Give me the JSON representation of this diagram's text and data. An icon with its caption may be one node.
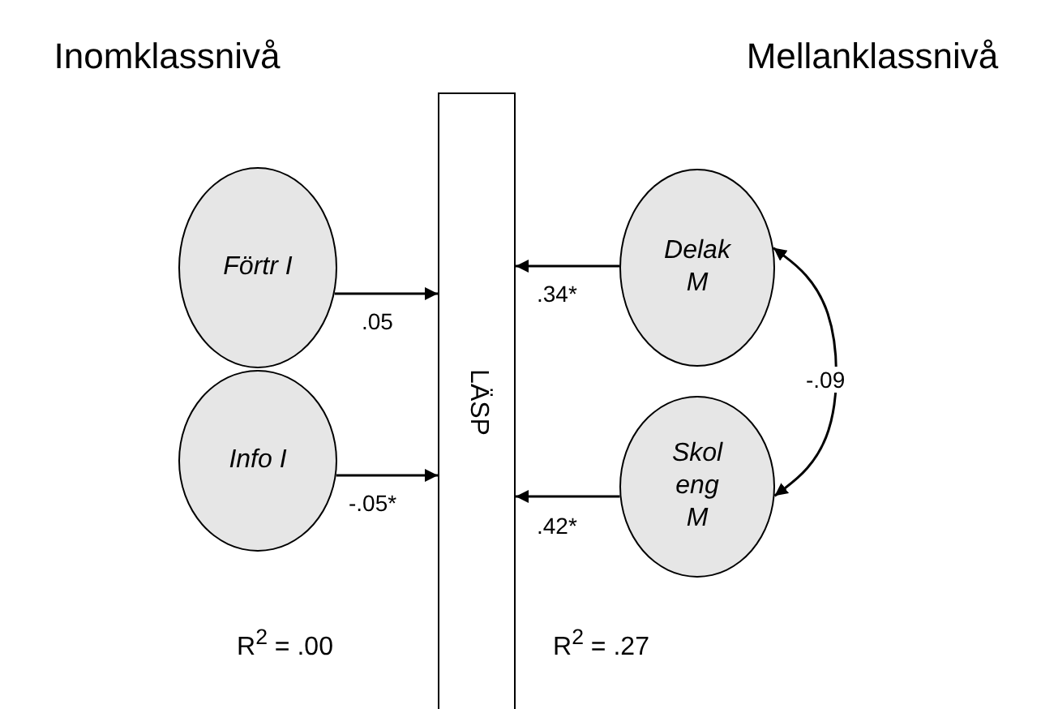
{
  "diagram": {
    "nodes": [
      {
        "text": [
          "Inomklassnivå"
        ]
      },
      {
        "text": [
          "Mellanklassnivå"
        ]
      },
      {
        "text": [
          "Förtr I"
        ]
      },
      {
        "text": [
          "Info I"
        ]
      },
      {
        "text": [
          "LÄSP"
        ]
      },
      {
        "text": [
          "Delak M"
        ]
      },
      {
        "text": [
          "Skol eng M"
        ]
      }
    ],
    "edges": [
      {
        "from": 2,
        "to": 4,
        "arrow": "to",
        "label": ".05"
      },
      {
        "from": 3,
        "to": 4,
        "arrow": "to",
        "label": "-.05*"
      },
      {
        "from": 5,
        "to": 4,
        "arrow": "to",
        "label": ".34*"
      },
      {
        "from": 6,
        "to": 4,
        "arrow": "to",
        "label": ".42*"
      },
      {
        "from": 5,
        "to": 6,
        "arrow": "both",
        "label": "-.09"
      }
    ],
    "labels": [
      "R$^{2}$ = .00",
      "R$^{2}$ = .27"
    ]
  }
}
